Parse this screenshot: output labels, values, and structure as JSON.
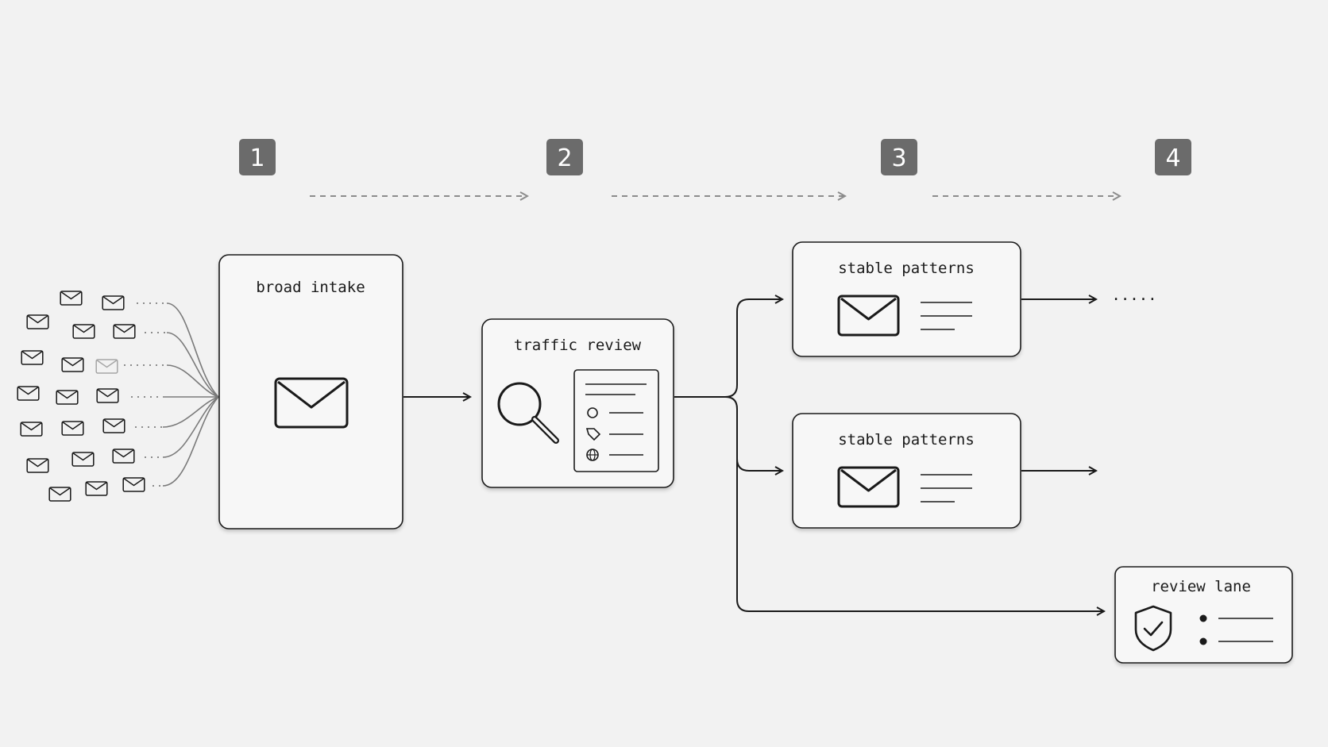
{
  "colors": {
    "background": "#f2f2f2",
    "badge_fill": "#6b6b6b",
    "stroke": "#1a1a1a",
    "dashed_arrow": "#8c8c8c"
  },
  "steps": [
    {
      "number": "1"
    },
    {
      "number": "2"
    },
    {
      "number": "3"
    },
    {
      "number": "4"
    }
  ],
  "nodes": {
    "broad_intake": {
      "label": "broad intake",
      "icon": "envelope-icon"
    },
    "traffic_review": {
      "label": "traffic review",
      "icons": [
        "magnifier-icon",
        "user-icon",
        "tag-icon",
        "globe-icon"
      ]
    },
    "stable_patterns_top": {
      "label": "stable patterns",
      "icon": "envelope-icon"
    },
    "stable_patterns_bottom": {
      "label": "stable patterns",
      "icon": "envelope-icon"
    },
    "review_lane": {
      "label": "review lane",
      "icon": "shield-check-icon"
    }
  },
  "continuation": {
    "text": "....."
  }
}
